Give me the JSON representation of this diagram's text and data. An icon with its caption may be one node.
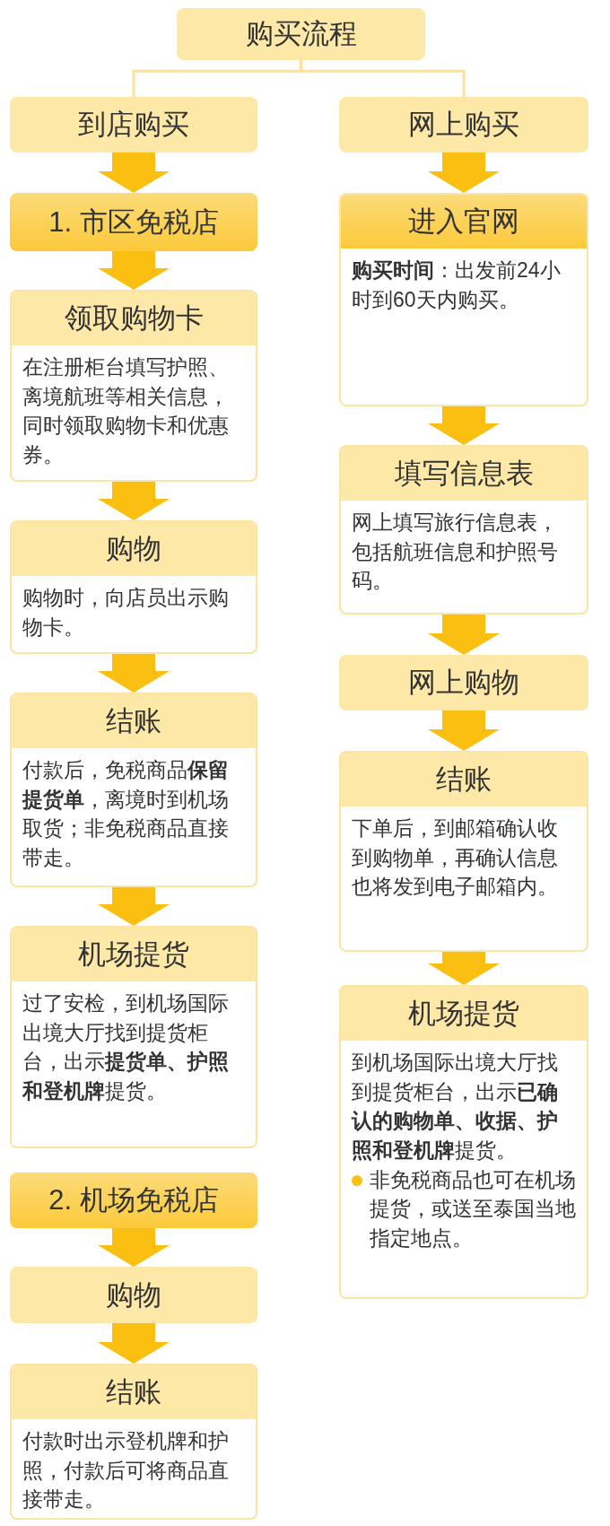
{
  "diagram": {
    "nodes": [
      {
        "text": [
          "购买流程"
        ]
      },
      {
        "text": [
          "到店购买"
        ]
      },
      {
        "text": [
          "网上购买"
        ]
      },
      {
        "text": [
          "1. 市区免税店"
        ]
      },
      {
        "text": [
          "领取购物卡",
          "在注册柜台填写护照、离境航班等相关信息，同时领取购物卡和优惠券。"
        ]
      },
      {
        "text": [
          "购物",
          "购物时，向店员出示购物卡。"
        ]
      },
      {
        "text": [
          "结账",
          "付款后，免税商品**保留提货单**，离境时到机场取货；非免税商品直接带走。"
        ]
      },
      {
        "text": [
          "机场提货",
          "过了安检，到机场国际出境大厅找到提货柜台，出示**提货单、护照和登机牌**提货。"
        ]
      },
      {
        "text": [
          "2. 机场免税店"
        ]
      },
      {
        "text": [
          "购物"
        ]
      },
      {
        "text": [
          "结账",
          "付款时出示登机牌和护照，付款后可将商品直接带走。"
        ]
      },
      {
        "text": [
          "进入官网",
          "**购买时间**：出发前24小时到60天内购买。"
        ]
      },
      {
        "text": [
          "填写信息表",
          "网上填写旅行信息表，包括航班信息和护照号码。"
        ]
      },
      {
        "text": [
          "网上购物"
        ]
      },
      {
        "text": [
          "结账",
          "下单后，到邮箱确认收到购物单，再确认信息也将发到电子邮箱内。"
        ]
      },
      {
        "text": [
          "机场提货",
          "到机场国际出境大厅找到提货柜台，出示**已确认的购物单、收据、护照和登机牌**提货。",
          "非免税商品也可在机场提货，或送至泰国当地指定地点。"
        ]
      }
    ],
    "edges": [
      {
        "from": 0,
        "to": 1,
        "arrow": "none",
        "color": "#fbe1a0"
      },
      {
        "from": 0,
        "to": 2,
        "arrow": "none",
        "color": "#fbe1a0"
      },
      {
        "from": 1,
        "to": 3,
        "arrow": "to"
      },
      {
        "from": 3,
        "to": 4,
        "arrow": "to"
      },
      {
        "from": 4,
        "to": 5,
        "arrow": "to"
      },
      {
        "from": 5,
        "to": 6,
        "arrow": "to"
      },
      {
        "from": 6,
        "to": 7,
        "arrow": "to"
      },
      {
        "from": 8,
        "to": 9,
        "arrow": "to"
      },
      {
        "from": 9,
        "to": 10,
        "arrow": "to"
      },
      {
        "from": 2,
        "to": 11,
        "arrow": "to"
      },
      {
        "from": 11,
        "to": 12,
        "arrow": "to"
      },
      {
        "from": 12,
        "to": 13,
        "arrow": "to"
      },
      {
        "from": 13,
        "to": 14,
        "arrow": "to"
      },
      {
        "from": 14,
        "to": 15,
        "arrow": "to"
      }
    ]
  }
}
